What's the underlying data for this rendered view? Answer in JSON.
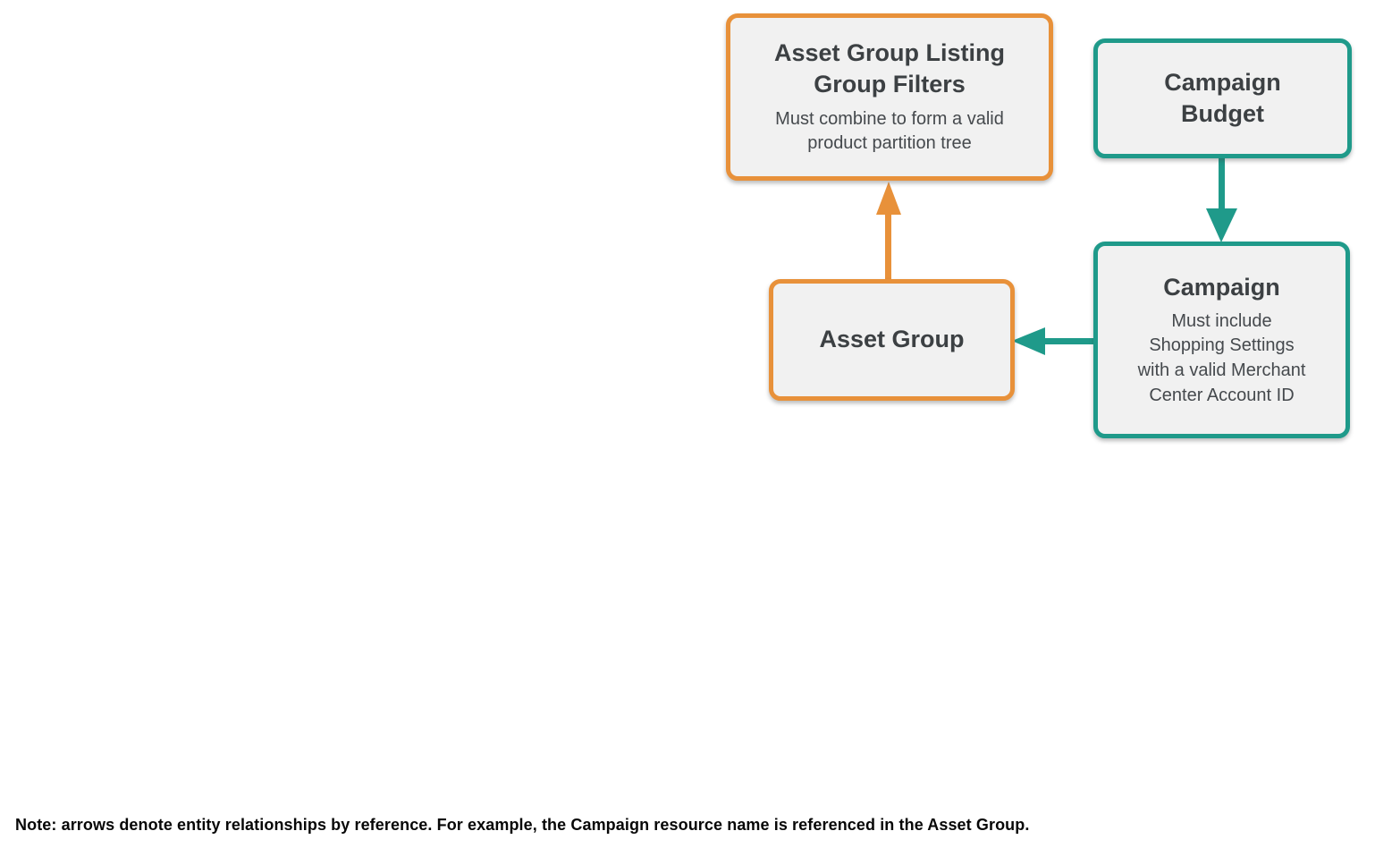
{
  "diagram": {
    "boxes": [
      {
        "id": "asset-group-listing-group-filters",
        "title": "Asset Group Listing\nGroup Filters",
        "subtitle": "Must combine to form a valid\nproduct partition tree",
        "accent": "#E8913A"
      },
      {
        "id": "campaign-budget",
        "title": "Campaign\nBudget",
        "accent": "#1F9A8A"
      },
      {
        "id": "campaign",
        "title": "Campaign",
        "subtitle": "Must include\nShopping Settings\nwith a valid Merchant\nCenter Account ID",
        "accent": "#1F9A8A"
      },
      {
        "id": "asset-group",
        "title": "Asset Group",
        "accent": "#E8913A"
      }
    ],
    "edges": [
      {
        "from": "asset-group",
        "to": "asset-group-listing-group-filters",
        "color": "#E8913A",
        "direction": "up"
      },
      {
        "from": "campaign-budget",
        "to": "campaign",
        "color": "#1F9A8A",
        "direction": "down"
      },
      {
        "from": "campaign",
        "to": "asset-group",
        "color": "#1F9A8A",
        "direction": "left"
      }
    ],
    "colors": {
      "orange_accent": "#E8913A",
      "teal_accent": "#1F9A8A",
      "box_fill": "#F1F1F1",
      "title_text": "#3C4043",
      "subtitle_text": "#45494D",
      "note_text": "#070707"
    }
  },
  "note": "Note: arrows denote entity relationships by reference. For example, the Campaign resource name is referenced in the Asset Group."
}
